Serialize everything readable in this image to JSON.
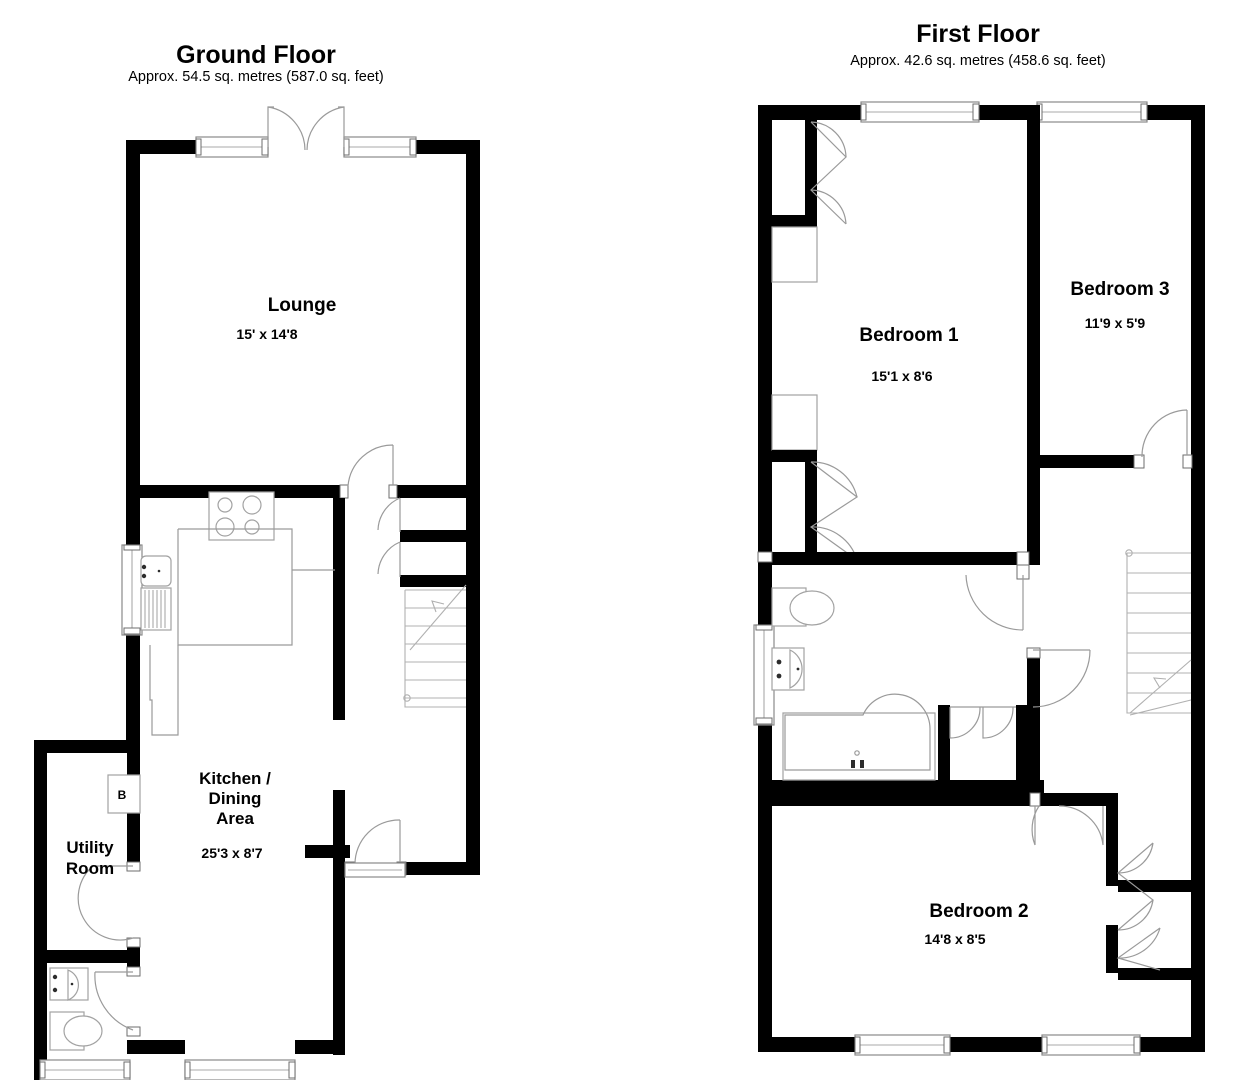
{
  "document": {
    "type": "floor-plan",
    "plan_count": 2
  },
  "ground_floor": {
    "title": "Ground Floor",
    "area_text": "Approx. 54.5 sq. metres (587.0 sq. feet)",
    "area_sq_metres": 54.5,
    "area_sq_feet": 587.0,
    "rooms": [
      {
        "name": "Lounge",
        "dimensions": "15' x 14'8"
      },
      {
        "name_line1": "Kitchen /",
        "name_line2": "Dining",
        "name_line3": "Area",
        "dimensions": "25'3 x 8'7"
      },
      {
        "name_line1": "Utility",
        "name_line2": "Room",
        "dimensions": ""
      }
    ],
    "lounge": {
      "label": "Lounge",
      "dimensions": "15' x 14'8"
    },
    "kitchen": {
      "label_1": "Kitchen /",
      "label_2": "Dining",
      "label_3": "Area",
      "dimensions": "25'3 x 8'7"
    },
    "utility": {
      "label_1": "Utility",
      "label_2": "Room",
      "boiler_tag": "B"
    },
    "features": [
      "french-doors",
      "windows",
      "staircase",
      "kitchen-hob",
      "kitchen-sink",
      "wc-basin",
      "wc-toilet",
      "boiler",
      "understairs-cupboard",
      "front-door"
    ]
  },
  "first_floor": {
    "title": "First Floor",
    "area_text": "Approx. 42.6 sq. metres (458.6 sq. feet)",
    "area_sq_metres": 42.6,
    "area_sq_feet": 458.6,
    "rooms": [
      {
        "name": "Bedroom 1",
        "dimensions": "15'1 x 8'6"
      },
      {
        "name": "Bedroom 2",
        "dimensions": "14'8 x 8'5"
      },
      {
        "name": "Bedroom 3",
        "dimensions": "11'9 x 5'9"
      }
    ],
    "bedroom1": {
      "label": "Bedroom 1",
      "dimensions": "15'1 x 8'6"
    },
    "bedroom2": {
      "label": "Bedroom 2",
      "dimensions": "14'8 x 8'5"
    },
    "bedroom3": {
      "label": "Bedroom 3",
      "dimensions": "11'9 x 5'9"
    },
    "features": [
      "windows",
      "staircase",
      "bathroom-bath",
      "bathroom-basin",
      "bathroom-toilet",
      "wardrobe-doors",
      "airing-cupboard",
      "landing"
    ]
  },
  "colors": {
    "wall": "#000000",
    "background": "#ffffff",
    "fixture_stroke": "#a2a2a2",
    "text": "#000000"
  }
}
